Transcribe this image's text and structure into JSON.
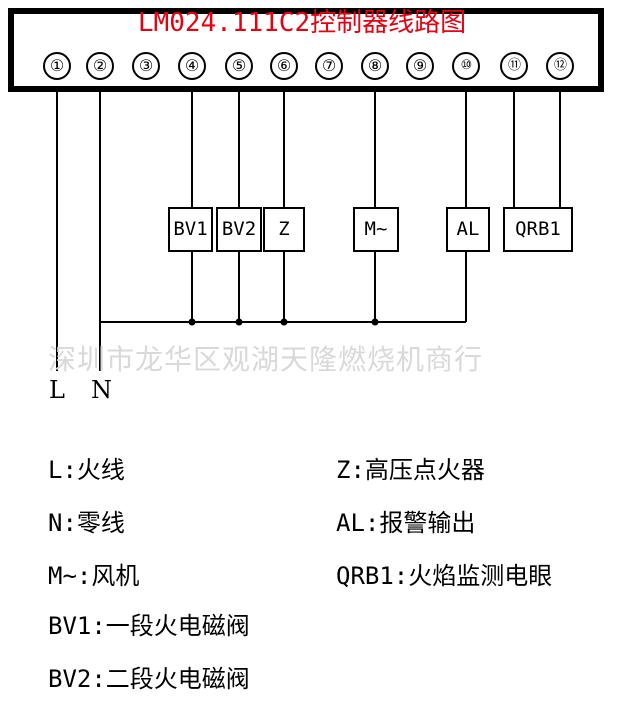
{
  "title": "LM024.111C2控制器线路图",
  "title_color": "#e60012",
  "terminals": [
    "①",
    "②",
    "③",
    "④",
    "⑤",
    "⑥",
    "⑦",
    "⑧",
    "⑨",
    "⑩",
    "⑪",
    "⑫"
  ],
  "components": {
    "bv1": "BV1",
    "bv2": "BV2",
    "z": "Z",
    "m": "M~",
    "al": "AL",
    "qrb1": "QRB1"
  },
  "wire_labels": {
    "l": "L",
    "n": "N"
  },
  "watermark": "深圳市龙华区观湖天隆燃烧机商行",
  "legend": {
    "l": "L:火线",
    "n": "N:零线",
    "m": "M~:风机",
    "bv1": "BV1:一段火电磁阀",
    "bv2": "BV2:二段火电磁阀",
    "z": "Z:高压点火器",
    "al": "AL:报警输出",
    "qrb1": "QRB1:火焰监测电眼"
  }
}
